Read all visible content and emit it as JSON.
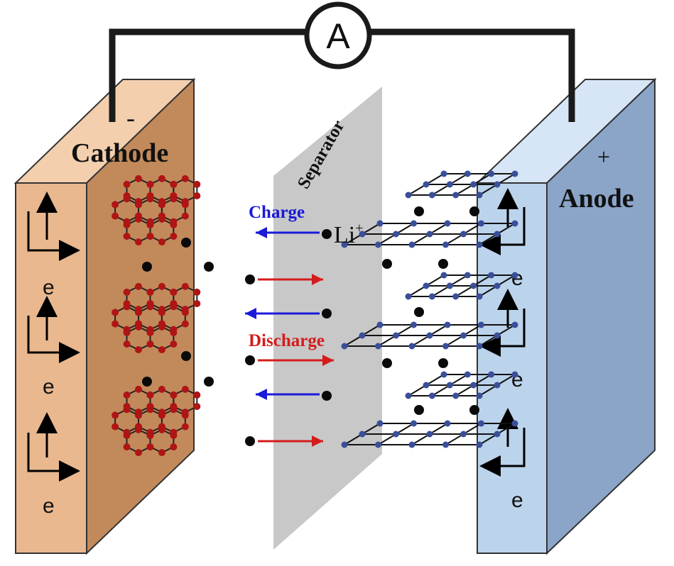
{
  "ammeter": {
    "symbol": "A"
  },
  "cathode": {
    "label": "Cathode",
    "polarity": "-",
    "electron_labels": [
      "e",
      "e",
      "e"
    ],
    "color": "#e9b88f"
  },
  "anode": {
    "label": "Anode",
    "polarity": "+",
    "electron_labels": [
      "e",
      "e",
      "e"
    ],
    "color": "#bcd3ec"
  },
  "separator": {
    "label": "Separator",
    "color": "#c8c8c8"
  },
  "process_labels": {
    "charge": "Charge",
    "discharge": "Discharge",
    "ion": "Li",
    "ion_charge": "+"
  },
  "colors": {
    "charge": "#1a1ad8",
    "discharge": "#d41c1c",
    "graphite_atom": "#b01515",
    "lattice_atom": "#3a4f9a"
  }
}
